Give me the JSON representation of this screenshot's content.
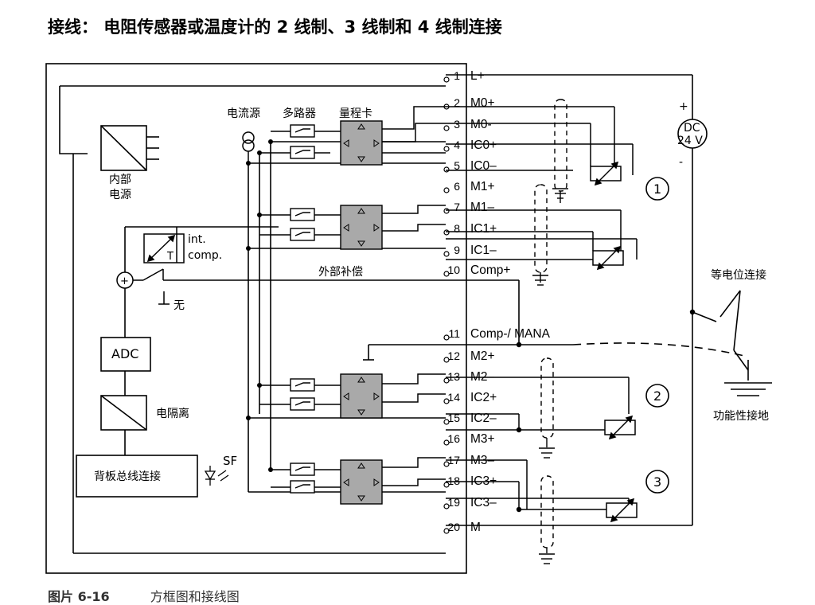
{
  "title": "接线： 电阻传感器或温度计的 2 线制、3 线制和 4 线制连接",
  "caption": {
    "number": "图片 6-16",
    "text": "方框图和接线图"
  },
  "labels": {
    "internal_power": [
      "内部",
      "电源"
    ],
    "current_source": "电流源",
    "multiplexer": "多路器",
    "range_card": "量程卡",
    "int_comp": [
      "int.",
      "comp."
    ],
    "t_mark": "T",
    "plus_mark": "+",
    "none": "无",
    "external_comp": "外部补偿",
    "adc": "ADC",
    "isolation": "电隔离",
    "backplane": "背板总线连接",
    "sf": "SF",
    "dc_supply": [
      "DC",
      "24 V"
    ],
    "dc_plus": "+",
    "dc_minus": "-",
    "equipotential": "等电位连接",
    "functional_ground": "功能性接地"
  },
  "terminals": [
    {
      "num": "1",
      "label": "L+"
    },
    {
      "num": "2",
      "label": "M0+"
    },
    {
      "num": "3",
      "label": "M0-"
    },
    {
      "num": "4",
      "label": "IC0+"
    },
    {
      "num": "5",
      "label": "IC0–"
    },
    {
      "num": "6",
      "label": "M1+"
    },
    {
      "num": "7",
      "label": "M1–"
    },
    {
      "num": "8",
      "label": "IC1+"
    },
    {
      "num": "9",
      "label": "IC1–"
    },
    {
      "num": "10",
      "label": "Comp+"
    },
    {
      "num": "11",
      "label": "Comp-/ MANA"
    },
    {
      "num": "12",
      "label": "M2+"
    },
    {
      "num": "13",
      "label": "M2–"
    },
    {
      "num": "14",
      "label": "IC2+"
    },
    {
      "num": "15",
      "label": "IC2–"
    },
    {
      "num": "16",
      "label": "M3+"
    },
    {
      "num": "17",
      "label": "M3–"
    },
    {
      "num": "18",
      "label": "IC3+"
    },
    {
      "num": "19",
      "label": "IC3–"
    },
    {
      "num": "20",
      "label": "M"
    }
  ],
  "connection_markers": [
    "1",
    "2",
    "3"
  ]
}
